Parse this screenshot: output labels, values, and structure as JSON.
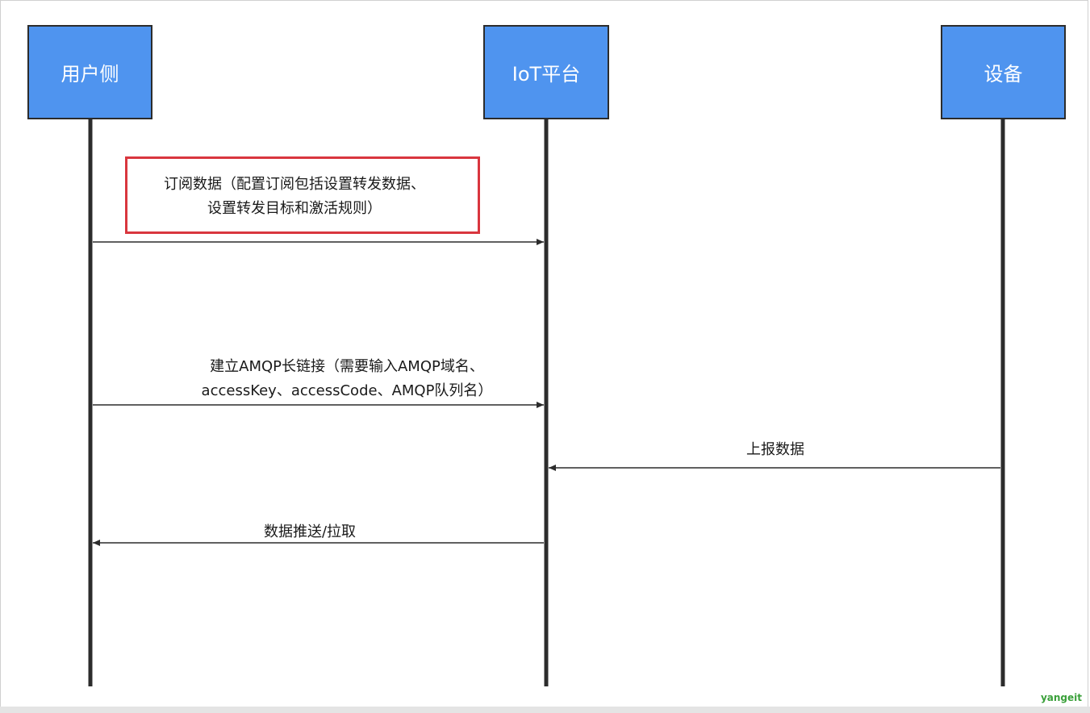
{
  "participants": [
    {
      "id": "user",
      "label": "用户侧"
    },
    {
      "id": "platform",
      "label": "IoT平台"
    },
    {
      "id": "device",
      "label": "设备"
    }
  ],
  "messages": [
    {
      "from": "user",
      "to": "platform",
      "lines": [
        "订阅数据（配置订阅包括设置转发数据、",
        "设置转发目标和激活规则）"
      ],
      "highlighted": true
    },
    {
      "from": "user",
      "to": "platform",
      "lines": [
        "建立AMQP长链接（需要输入AMQP域名、",
        "accessKey、accessCode、AMQP队列名）"
      ]
    },
    {
      "from": "device",
      "to": "platform",
      "lines": [
        "上报数据"
      ]
    },
    {
      "from": "platform",
      "to": "user",
      "lines": [
        "数据推送/拉取"
      ]
    }
  ],
  "watermark": "yangeit",
  "colors": {
    "participant_fill": "#4f94ef",
    "participant_border": "#2c2c2c",
    "lifeline": "#2c2c2c",
    "highlight_border": "#d9363e",
    "watermark": "#3aa03a"
  }
}
